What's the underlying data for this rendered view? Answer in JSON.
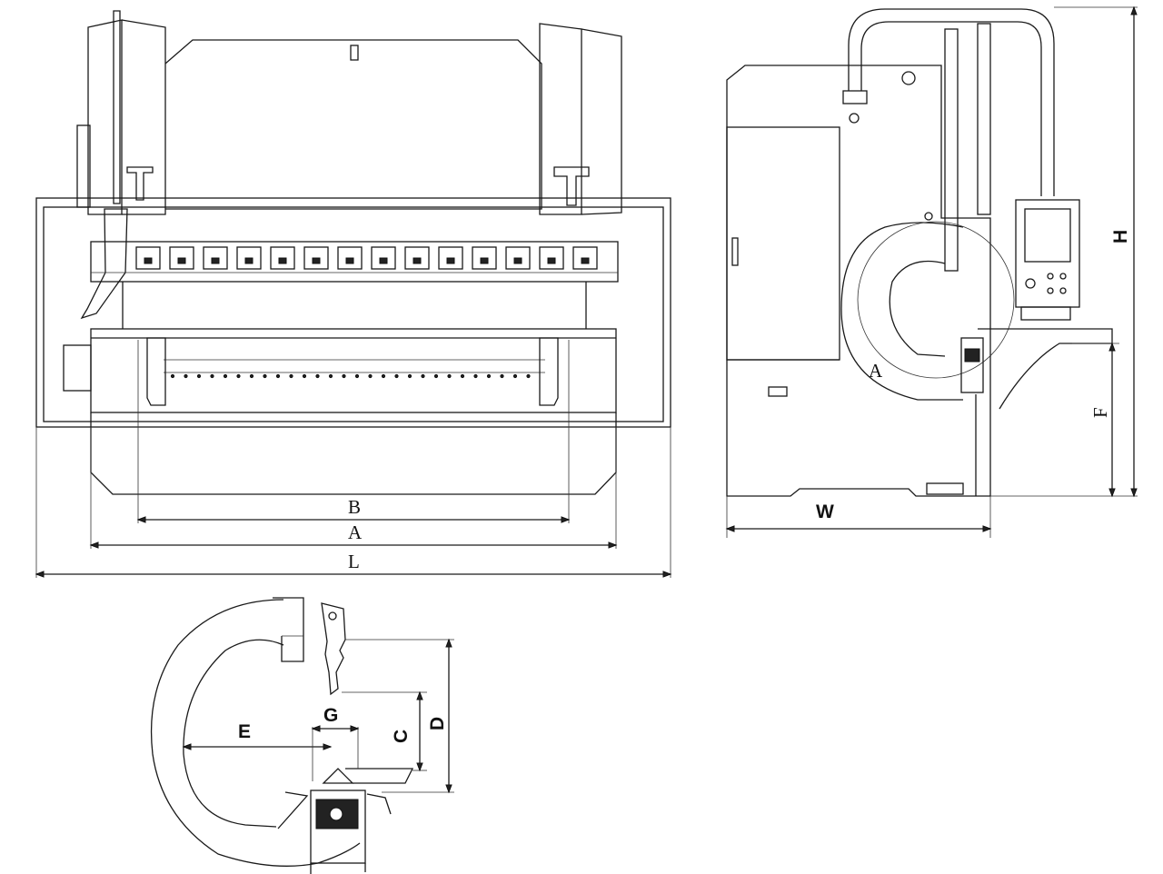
{
  "front_view": {
    "labels": {
      "B": "B",
      "A": "A",
      "L": "L"
    }
  },
  "side_view": {
    "labels": {
      "H": "H",
      "F": "F",
      "W": "W",
      "A": "A"
    }
  },
  "detail_view": {
    "labels": {
      "E": "E",
      "G": "G",
      "C": "C",
      "D": "D"
    }
  }
}
